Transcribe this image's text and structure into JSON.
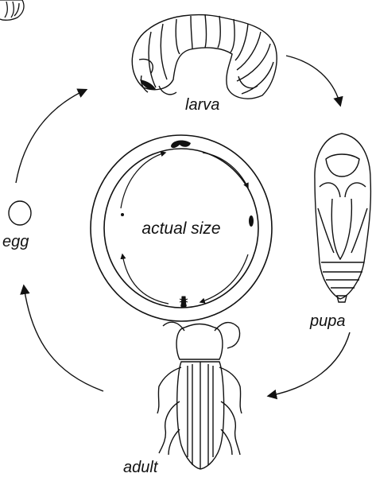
{
  "labels": {
    "larva": "larva",
    "pupa": "pupa",
    "adult": "adult",
    "egg": "egg",
    "actual_size": "actual size"
  },
  "stages": [
    "egg",
    "larva",
    "pupa",
    "adult"
  ],
  "colors": {
    "ink": "#111111",
    "paper": "#ffffff"
  }
}
